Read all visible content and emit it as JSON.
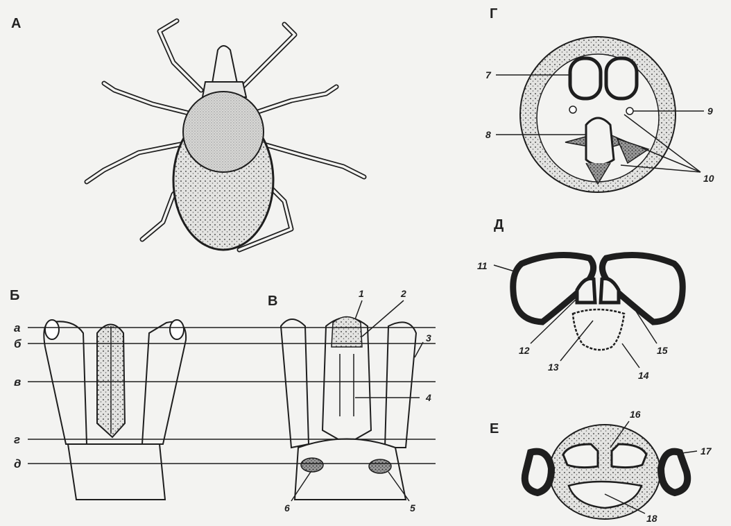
{
  "panels": {
    "a": "А",
    "b": "Б",
    "v": "В",
    "g": "Г",
    "d": "Д",
    "e": "Е"
  },
  "section_letters": [
    "а",
    "б",
    "в",
    "г",
    "д"
  ],
  "callouts": [
    "1",
    "2",
    "3",
    "4",
    "5",
    "6",
    "7",
    "8",
    "9",
    "10",
    "11",
    "12",
    "13",
    "14",
    "15",
    "16",
    "17",
    "18"
  ],
  "colors": {
    "ink": "#1e1e1e",
    "stipple": "#bdbdbd",
    "dark_fill": "#2b2b2b",
    "background": "#f3f3f1"
  }
}
